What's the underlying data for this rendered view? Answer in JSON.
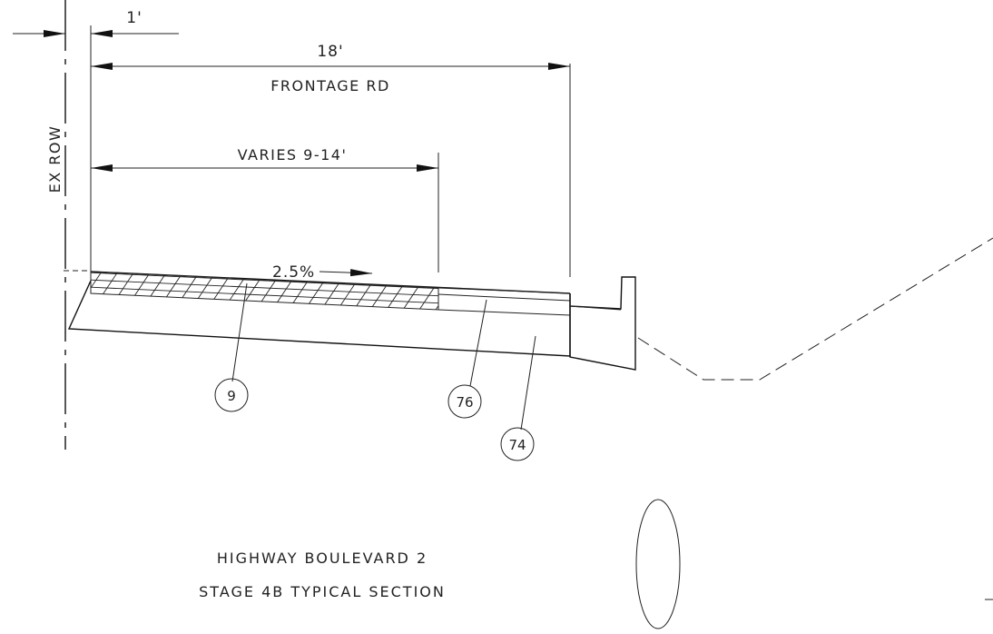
{
  "dimensions": {
    "offset": "1'",
    "width": "18'",
    "road_name": "FRONTAGE RD",
    "varies": "VARIES 9-14'"
  },
  "row_label": "EX ROW",
  "slope": "2.5%",
  "callouts": [
    "9",
    "76",
    "74"
  ],
  "title": {
    "line1": "HIGHWAY BOULEVARD 2",
    "line2": "STAGE 4B TYPICAL SECTION"
  }
}
